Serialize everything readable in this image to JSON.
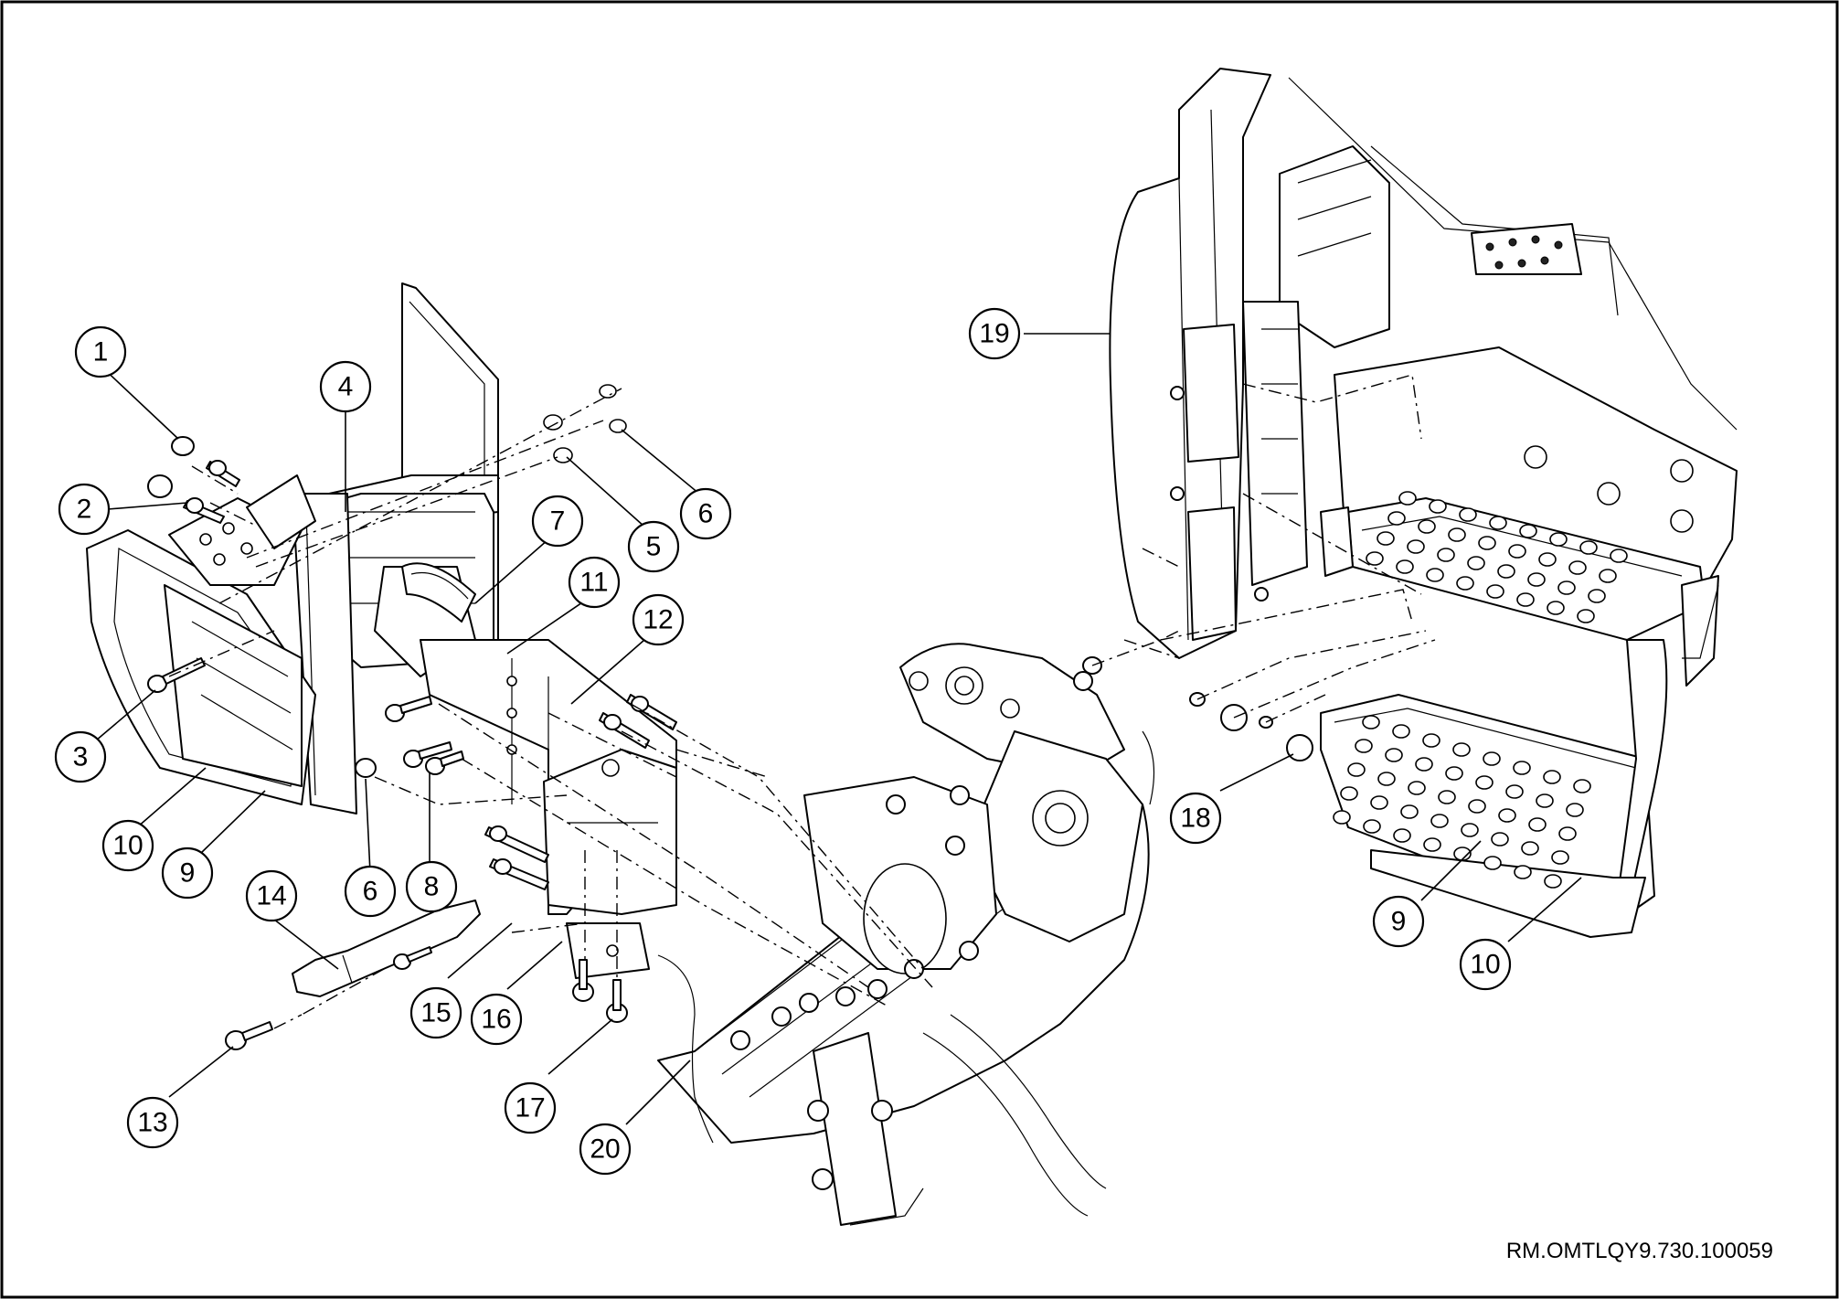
{
  "reference_code": "RM.OMTLQY9.730.100059",
  "callouts": [
    {
      "n": "1"
    },
    {
      "n": "2"
    },
    {
      "n": "3"
    },
    {
      "n": "4"
    },
    {
      "n": "5"
    },
    {
      "n": "6"
    },
    {
      "n": "7"
    },
    {
      "n": "11"
    },
    {
      "n": "12"
    },
    {
      "n": "10"
    },
    {
      "n": "9"
    },
    {
      "n": "6"
    },
    {
      "n": "8"
    },
    {
      "n": "14"
    },
    {
      "n": "15"
    },
    {
      "n": "16"
    },
    {
      "n": "13"
    },
    {
      "n": "17"
    },
    {
      "n": "20"
    },
    {
      "n": "19"
    },
    {
      "n": "18"
    },
    {
      "n": "9"
    },
    {
      "n": "10"
    }
  ]
}
